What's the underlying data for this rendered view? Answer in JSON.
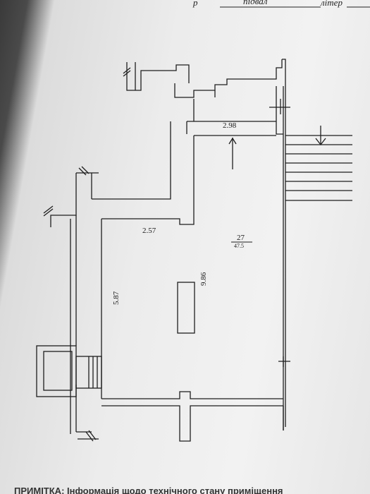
{
  "header": {
    "fragment_left": "р",
    "underlined_value": "підвал",
    "fragment_right": "літер"
  },
  "plan": {
    "room_number": "27",
    "room_area": "47.5",
    "dimensions": [
      "2.98",
      "2.57",
      "9.86",
      "5.87"
    ]
  },
  "footer": {
    "text": "ПРИМІТКА: Інформація щодо технічного стану приміщення"
  }
}
